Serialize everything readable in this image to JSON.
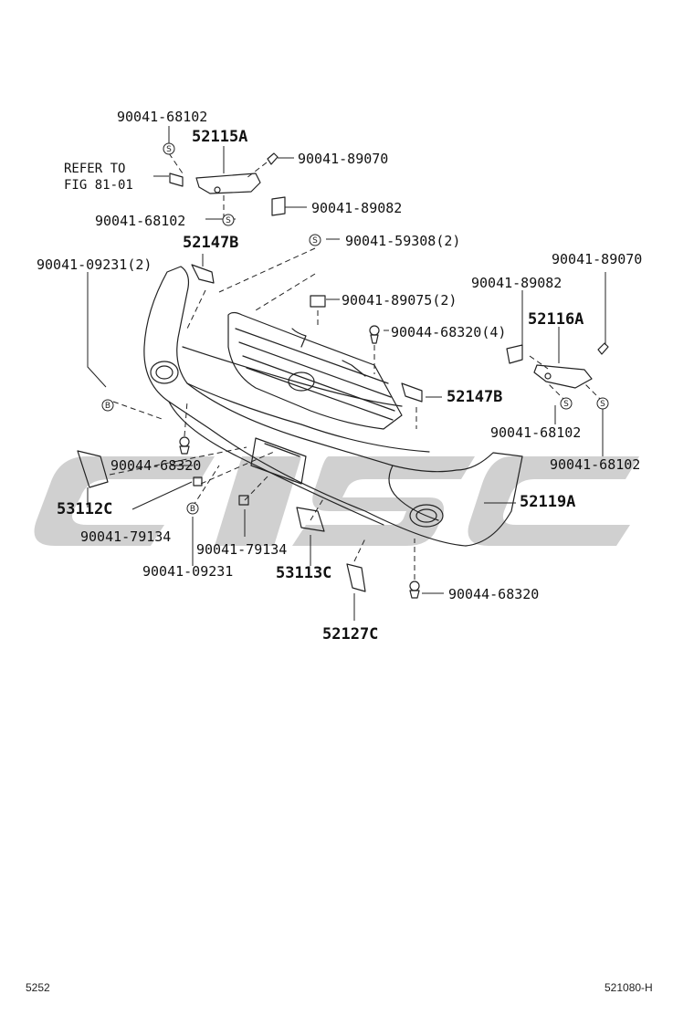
{
  "labels": {
    "l_68102_top": "90041-68102",
    "l_52115A": "52115A",
    "l_89070_top": "90041-89070",
    "l_refer": "REFER TO\nFIG 81-01",
    "l_89082_top": "90041-89082",
    "l_68102_mid": "90041-68102",
    "l_52147B_left": "52147B",
    "l_59308": "90041-59308(2)",
    "l_09231_2": "90041-09231(2)",
    "l_89075": "90041-89075(2)",
    "l_68320_4": "90044-68320(4)",
    "l_89070_right": "90041-89070",
    "l_89082_right": "90041-89082",
    "l_52116A": "52116A",
    "l_52147B_right": "52147B",
    "l_68102_r1": "90041-68102",
    "l_68102_r2": "90041-68102",
    "l_68320_left": "90044-68320",
    "l_53112C": "53112C",
    "l_52119A": "52119A",
    "l_79134_a": "90041-79134",
    "l_79134_b": "90041-79134",
    "l_09231": "90041-09231",
    "l_53113C": "53113C",
    "l_68320_bottom": "90044-68320",
    "l_52127C": "52127C"
  },
  "footer": {
    "left": "5252",
    "right": "521080-H"
  },
  "watermark": {
    "color": "#c8c8c8"
  }
}
